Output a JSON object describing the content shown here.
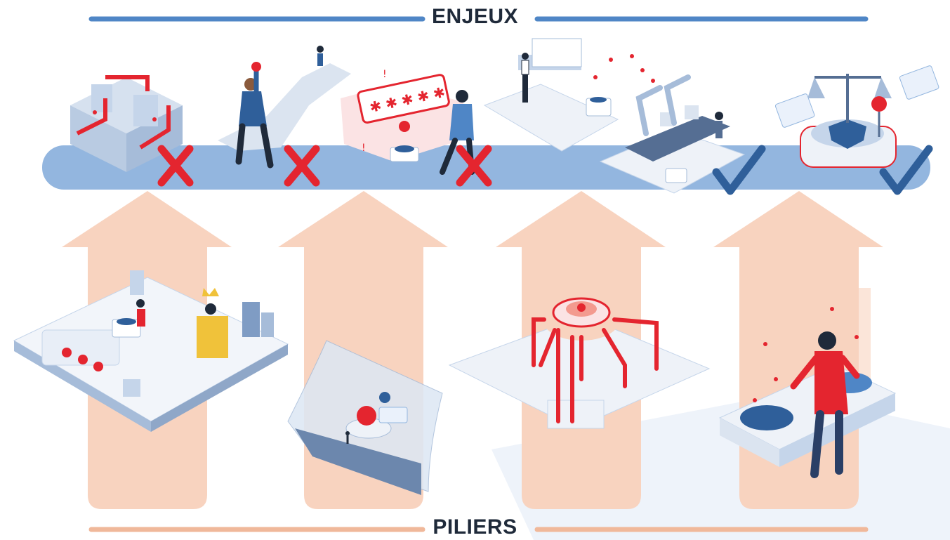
{
  "header": {
    "title": "ENJEUX"
  },
  "footer": {
    "title": "PILIERS"
  },
  "colors": {
    "accent_blue": "#4f86c6",
    "band_blue": "#8fb3de",
    "pillar_peach": "#f6cdb6",
    "footer_line": "#f0b89a",
    "fail_red": "#e4252f",
    "success_blue": "#2f5f9a"
  },
  "enjeux": [
    {
      "icon": "maze-stairs-illustration",
      "status": "fail"
    },
    {
      "icon": "person-reaching-goal-illustration",
      "status": "fail"
    },
    {
      "icon": "password-warning-illustration",
      "status": "fail"
    },
    {
      "icon": "puzzle-workflow-illustration",
      "status": "ok"
    },
    {
      "icon": "robot-assembly-line-illustration",
      "status": "ok"
    },
    {
      "icon": "balance-scale-shield-illustration",
      "status": "ok"
    }
  ],
  "piliers": [
    {
      "icon": "puzzle-governance-illustration"
    },
    {
      "icon": "glass-shield-lock-illustration"
    },
    {
      "icon": "central-hub-puzzle-illustration"
    },
    {
      "icon": "person-data-pools-illustration"
    }
  ]
}
